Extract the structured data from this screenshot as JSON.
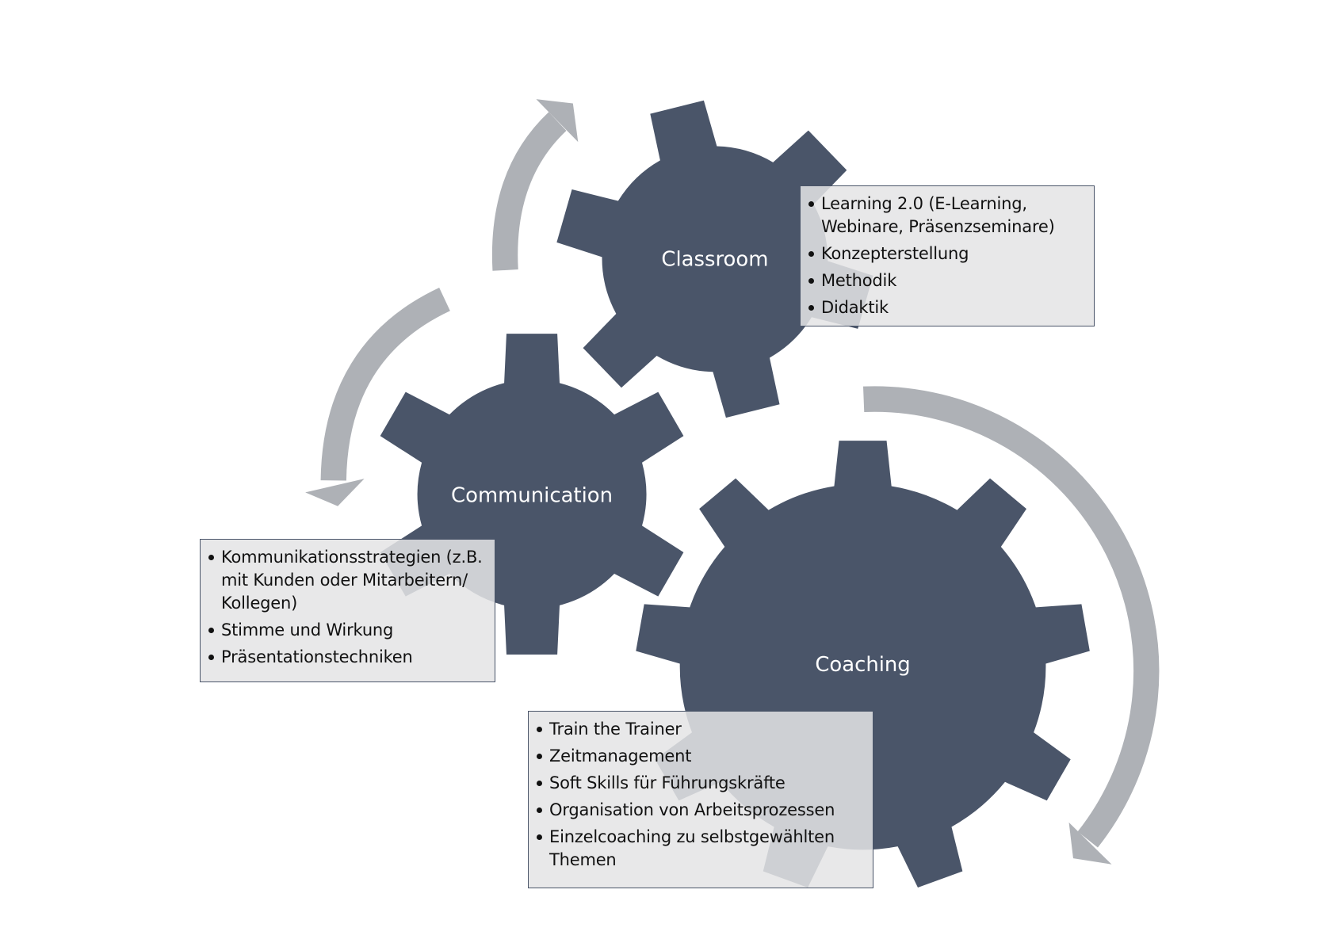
{
  "colors": {
    "gear": "#4a5569",
    "arrow": "#aeb1b6",
    "box_fill": "#e4e4e5",
    "box_border": "#4a5569"
  },
  "gears": [
    {
      "label": "Classroom",
      "teeth": 6,
      "items": [
        "Learning 2.0 (E-Learning, Webinare, Präsenzseminare)",
        "Konzepterstellung",
        "Methodik",
        "Didaktik"
      ]
    },
    {
      "label": "Communication",
      "teeth": 6,
      "items": [
        "Kommunikationsstrategien (z.B. mit Kunden oder Mitarbeitern/ Kollegen)",
        "Stimme und Wirkung",
        "Präsentationstechniken"
      ]
    },
    {
      "label": "Coaching",
      "teeth": 9,
      "items": [
        "Train the Trainer",
        "Zeitmanagement",
        "Soft Skills für Führungskräfte",
        "Organisation von Arbeitsprozessen",
        "Einzelcoaching zu selbstgewählten Themen"
      ]
    }
  ]
}
